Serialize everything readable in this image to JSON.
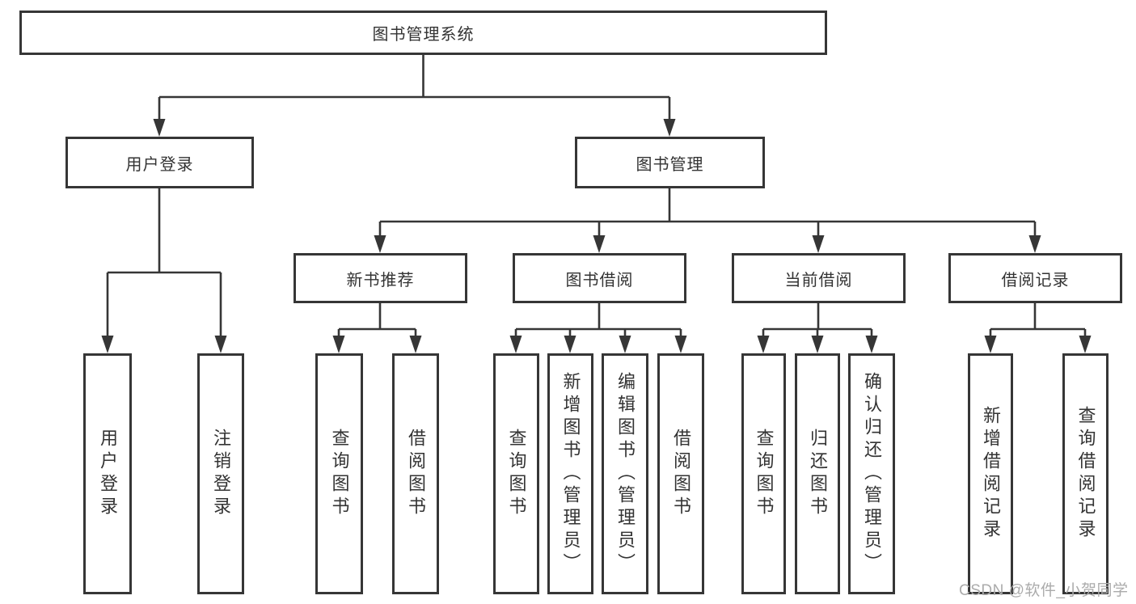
{
  "diagram": {
    "title": "图书管理系统",
    "level2": [
      {
        "label": "用户登录"
      },
      {
        "label": "图书管理"
      }
    ],
    "level3": [
      {
        "label": "新书推荐"
      },
      {
        "label": "图书借阅"
      },
      {
        "label": "当前借阅"
      },
      {
        "label": "借阅记录"
      }
    ],
    "leaves": {
      "user_login": [
        "用户登录",
        "注销登录"
      ],
      "new_books": [
        "查询图书",
        "借阅图书"
      ],
      "book_borrow": [
        "查询图书",
        "新增图书（管理员）",
        "编辑图书（管理员）",
        "借阅图书"
      ],
      "current_borrow": [
        "查询图书",
        "归还图书",
        "确认归还（管理员）"
      ],
      "borrow_records": [
        "新增借阅记录",
        "查询借阅记录"
      ]
    }
  },
  "watermark": "CSDN @软件_小贺同学",
  "colors": {
    "line": "#363636",
    "text": "#333333",
    "background": "#ffffff",
    "watermark": "#ababab"
  }
}
